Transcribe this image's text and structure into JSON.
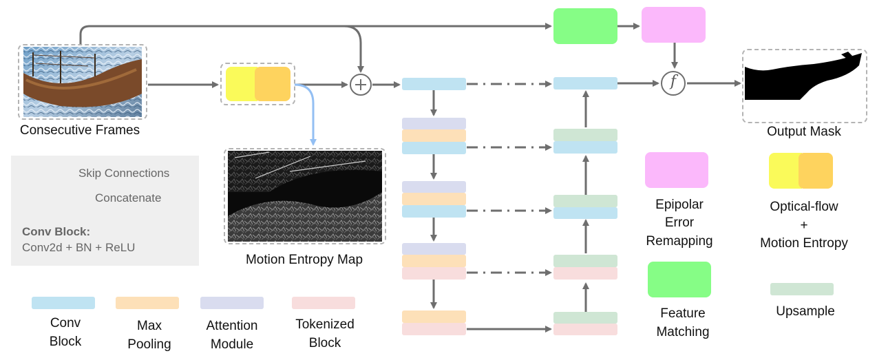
{
  "colors": {
    "conv": "#bfe3f2",
    "pool": "#fde0b8",
    "attn": "#d9dcef",
    "token": "#f8dddd",
    "upsample": "#cfe6d4",
    "flow_yellow": "#fafa5a",
    "flow_orange": "#fed35e",
    "epipolar": "#fbb8fb",
    "feature": "#86fd86",
    "arrow": "#6e6e6e",
    "branch_arrow": "#93bff3",
    "dashed_border": "#b3b3b3",
    "legend_bg": "#efefef"
  },
  "labels": {
    "consecutive_frames": "Consecutive Frames",
    "motion_entropy_map": "Motion Entropy Map",
    "output_mask": "Output Mask",
    "fusion_symbol": "f",
    "concat_symbol": "+"
  },
  "legend_panel": {
    "skip": "Skip Connections",
    "concat": "Concatenate",
    "concat_symbol": "+",
    "conv_block_title": "Conv Block:",
    "conv_block_desc": "Conv2d + BN + ReLU"
  },
  "legend_blocks": {
    "conv": [
      "Conv",
      "Block"
    ],
    "pool": [
      "Max",
      "Pooling"
    ],
    "attn": [
      "Attention",
      "Module"
    ],
    "token": [
      "Tokenized",
      "Block"
    ]
  },
  "legend_right": {
    "epipolar": [
      "Epipolar",
      "Error",
      "Remapping"
    ],
    "feature": [
      "Feature",
      "Matching"
    ],
    "flow": [
      "Optical-flow",
      "+",
      "Motion Entropy"
    ],
    "upsample": "Upsample"
  }
}
